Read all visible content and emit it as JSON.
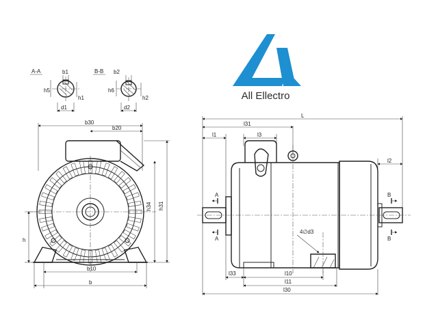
{
  "brand": {
    "name": "All Ellectro",
    "color": "#1e8fd0"
  },
  "sections": {
    "aa": {
      "title": "A-A",
      "b": "b1",
      "h": "h5",
      "h2": "h1",
      "d": "d1"
    },
    "bb": {
      "title": "B-B",
      "b": "b2",
      "h": "h6",
      "h2": "h2",
      "d": "d2"
    }
  },
  "front_view": {
    "b30": "b30",
    "b20": "b20",
    "h34": "h34",
    "h31": "h31",
    "h": "h",
    "b10": "b10",
    "b": "b"
  },
  "side_view": {
    "L": "L",
    "l31": "l31",
    "l1": "l1",
    "l3": "l3",
    "l2": "l2",
    "A_top": "A",
    "A_bot": "A",
    "B_top": "B",
    "B_bot": "B",
    "d3": "4∅d3",
    "l33": "l33",
    "l10": "l10",
    "l11": "l11",
    "l30": "l30"
  }
}
